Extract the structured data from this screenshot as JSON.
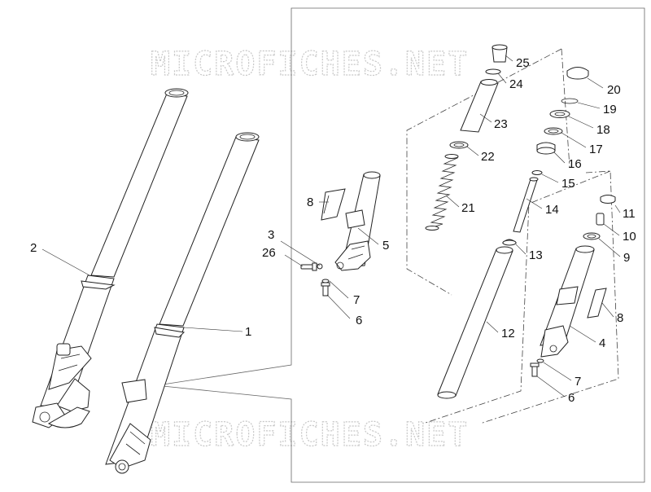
{
  "watermark": "MICROFICHES.NET",
  "callouts": [
    {
      "id": "c1",
      "label": "1"
    },
    {
      "id": "c2",
      "label": "2"
    },
    {
      "id": "c3",
      "label": "3"
    },
    {
      "id": "c26",
      "label": "26"
    },
    {
      "id": "c8a",
      "label": "8"
    },
    {
      "id": "c5",
      "label": "5"
    },
    {
      "id": "c7a",
      "label": "7"
    },
    {
      "id": "c6a",
      "label": "6"
    },
    {
      "id": "c25",
      "label": "25"
    },
    {
      "id": "c24",
      "label": "24"
    },
    {
      "id": "c23",
      "label": "23"
    },
    {
      "id": "c22",
      "label": "22"
    },
    {
      "id": "c21",
      "label": "21"
    },
    {
      "id": "c20",
      "label": "20"
    },
    {
      "id": "c19",
      "label": "19"
    },
    {
      "id": "c18",
      "label": "18"
    },
    {
      "id": "c17",
      "label": "17"
    },
    {
      "id": "c16",
      "label": "16"
    },
    {
      "id": "c15",
      "label": "15"
    },
    {
      "id": "c14",
      "label": "14"
    },
    {
      "id": "c13",
      "label": "13"
    },
    {
      "id": "c12",
      "label": "12"
    },
    {
      "id": "c11",
      "label": "11"
    },
    {
      "id": "c10",
      "label": "10"
    },
    {
      "id": "c9",
      "label": "9"
    },
    {
      "id": "c8b",
      "label": "8"
    },
    {
      "id": "c4",
      "label": "4"
    },
    {
      "id": "c7b",
      "label": "7"
    },
    {
      "id": "c6b",
      "label": "6"
    }
  ]
}
